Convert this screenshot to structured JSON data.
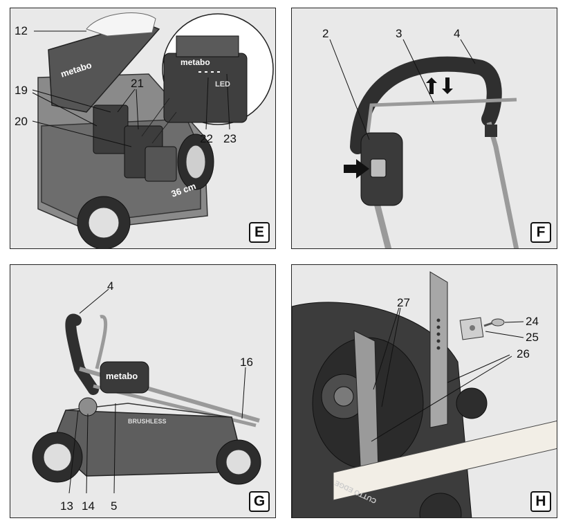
{
  "panels": {
    "E": {
      "letter": "E",
      "brand": "metabo",
      "battery_brand": "metabo",
      "size_label": "36 cm",
      "led_label": "LED",
      "callouts": {
        "c12": "12",
        "c19": "19",
        "c20": "20",
        "c21": "21",
        "c22": "22",
        "c23": "23"
      }
    },
    "F": {
      "letter": "F",
      "callouts": {
        "c2": "2",
        "c3": "3",
        "c4": "4"
      }
    },
    "G": {
      "letter": "G",
      "brand": "metabo",
      "motor_label": "BRUSHLESS",
      "callouts": {
        "c4": "4",
        "c16": "16",
        "c13": "13",
        "c14": "14",
        "c5": "5"
      }
    },
    "H": {
      "letter": "H",
      "deck_text": "CUTTO EDGE",
      "callouts": {
        "c27": "27",
        "c24": "24",
        "c25": "25",
        "c26": "26"
      }
    }
  },
  "colors": {
    "frame": "#222222",
    "panel_bg": "#e9e9e9",
    "dark": "#3a3a3a",
    "mid": "#7a7a7a",
    "light": "#c8c8c8",
    "board": "#f2eee6"
  }
}
